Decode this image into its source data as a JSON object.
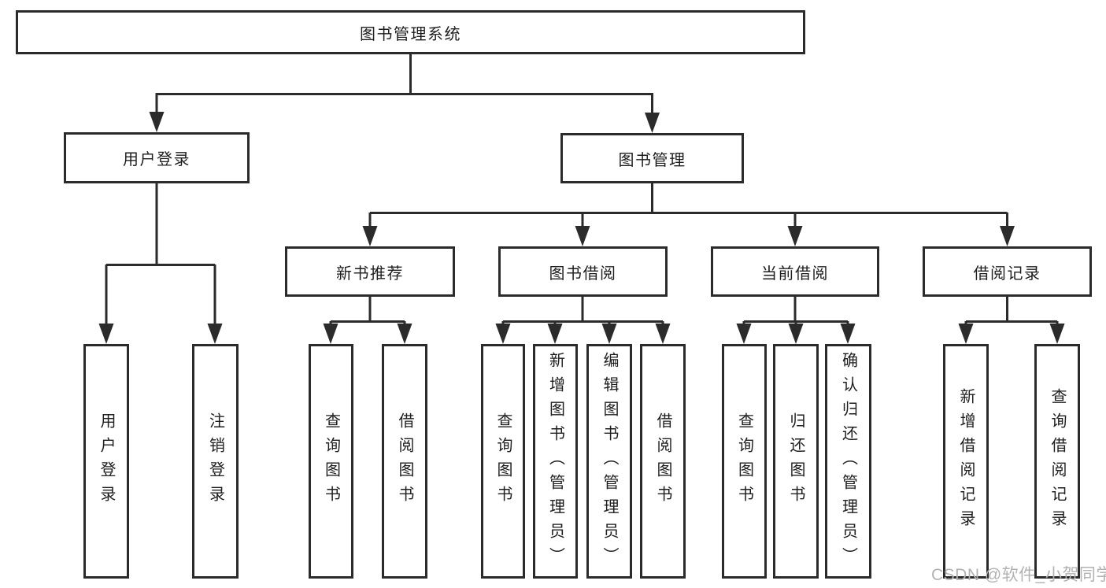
{
  "diagram": {
    "root": {
      "label": "图书管理系统"
    },
    "level2": [
      {
        "label": "用户登录"
      },
      {
        "label": "图书管理"
      }
    ],
    "level3": [
      {
        "label": "新书推荐"
      },
      {
        "label": "图书借阅"
      },
      {
        "label": "当前借阅"
      },
      {
        "label": "借阅记录"
      }
    ],
    "leaves": [
      {
        "label": "用户登录"
      },
      {
        "label": "注销登录"
      },
      {
        "label": "查询图书"
      },
      {
        "label": "借阅图书"
      },
      {
        "label": "查询图书"
      },
      {
        "label": "新增图书（管理员）"
      },
      {
        "label": "编辑图书（管理员）"
      },
      {
        "label": "借阅图书"
      },
      {
        "label": "查询图书"
      },
      {
        "label": "归还图书"
      },
      {
        "label": "确认归还（管理员）"
      },
      {
        "label": "新增借阅记录"
      },
      {
        "label": "查询借阅记录"
      }
    ]
  },
  "watermark": {
    "text": "CSDN @软件_小贺同学"
  },
  "colors": {
    "line": "#2b2b2b",
    "border": "#2b2b2b",
    "text": "#1e1e1e",
    "watermark_text": "#b2b2b2",
    "background": "#ffffff"
  }
}
